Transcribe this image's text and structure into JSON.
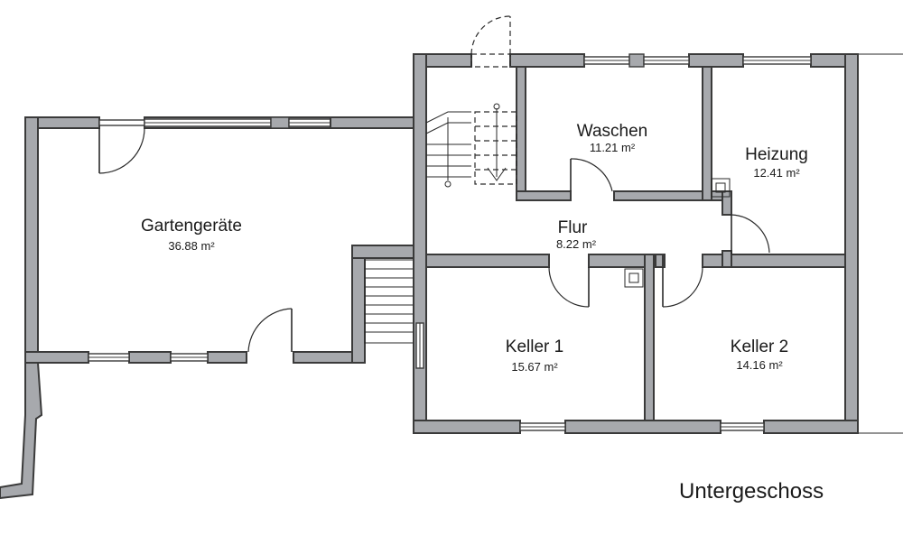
{
  "floor": {
    "title": "Untergeschoss"
  },
  "rooms": {
    "gartengeraete": {
      "name": "Gartengeräte",
      "area": "36.88 m²"
    },
    "waschen": {
      "name": "Waschen",
      "area": "11.21 m²"
    },
    "heizung": {
      "name": "Heizung",
      "area": "12.41 m²"
    },
    "flur": {
      "name": "Flur",
      "area": "8.22 m²"
    },
    "keller1": {
      "name": "Keller 1",
      "area": "15.67 m²"
    },
    "keller2": {
      "name": "Keller 2",
      "area": "14.16 m²"
    }
  },
  "colors": {
    "wall": "#a7a9ad",
    "line": "#2a2a2a",
    "background": "#ffffff"
  }
}
